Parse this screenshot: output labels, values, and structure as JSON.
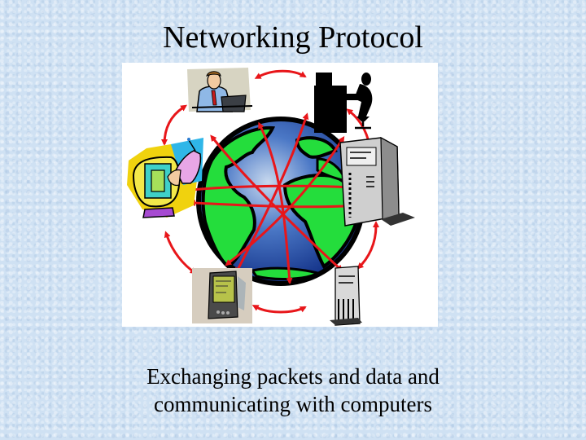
{
  "slide": {
    "title": "Networking Protocol",
    "caption": {
      "line1": "Exchanging packets and data and",
      "line2": "communicating with computers"
    },
    "background_color": "#cfe1f3"
  },
  "illustration": {
    "description": "Globe with network devices connected by red arrows",
    "center": "globe-icon",
    "nodes": [
      {
        "name": "businessman-laptop",
        "icon": "person-laptop-icon"
      },
      {
        "name": "silhouette-desk-user",
        "icon": "desk-user-icon"
      },
      {
        "name": "tower-server-right",
        "icon": "server-tower-icon"
      },
      {
        "name": "tower-server-bottom",
        "icon": "server-tower-icon"
      },
      {
        "name": "pda-handheld",
        "icon": "pda-icon"
      },
      {
        "name": "monitor-cellphone",
        "icon": "monitor-phone-icon"
      }
    ],
    "colors": {
      "arrow": "#e8161a",
      "land": "#22e03a",
      "ocean_dark": "#1a3f9c",
      "ocean_light": "#b8cde8",
      "outline": "#000000"
    }
  }
}
